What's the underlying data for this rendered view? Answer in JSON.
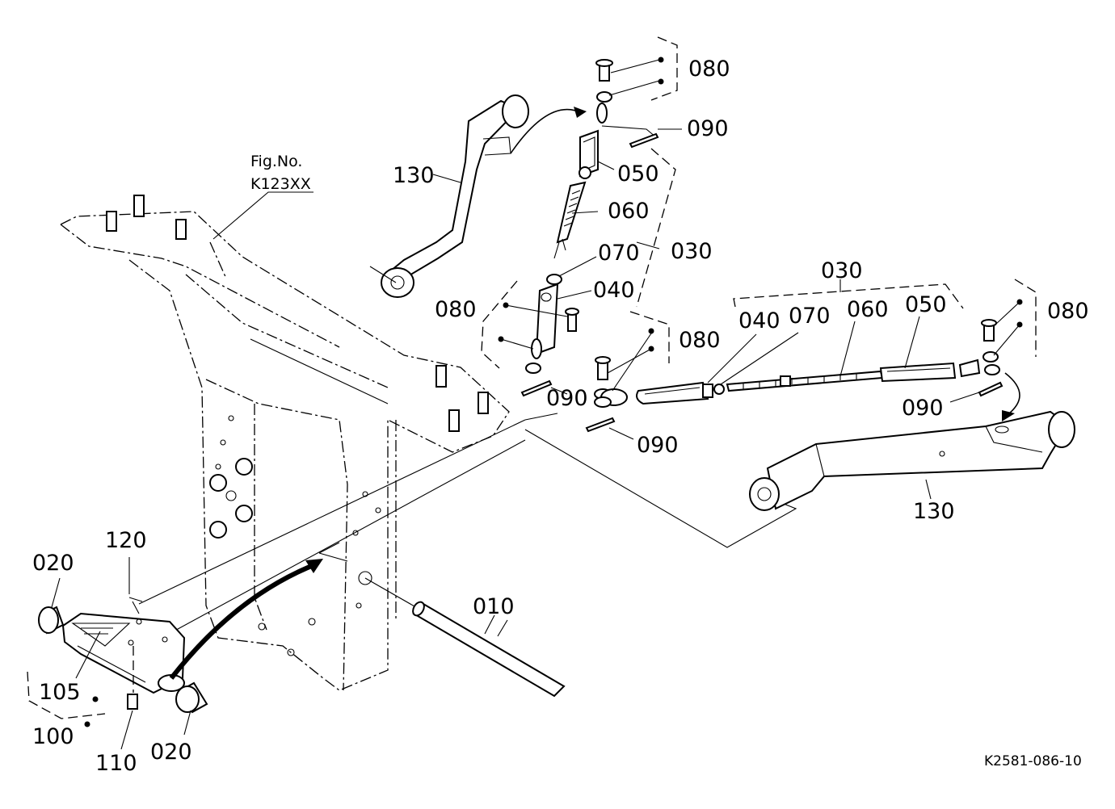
{
  "fig_ref": {
    "title": "Fig.No.",
    "number": "K123XX"
  },
  "drawing_code": "K2581-086-10",
  "callouts": [
    {
      "id": "c010",
      "text": "010"
    },
    {
      "id": "c020a",
      "text": "020"
    },
    {
      "id": "c020b",
      "text": "020"
    },
    {
      "id": "c030a",
      "text": "030"
    },
    {
      "id": "c030b",
      "text": "030"
    },
    {
      "id": "c040a",
      "text": "040"
    },
    {
      "id": "c040b",
      "text": "040"
    },
    {
      "id": "c050a",
      "text": "050"
    },
    {
      "id": "c050b",
      "text": "050"
    },
    {
      "id": "c060a",
      "text": "060"
    },
    {
      "id": "c060b",
      "text": "060"
    },
    {
      "id": "c070a",
      "text": "070"
    },
    {
      "id": "c070b",
      "text": "070"
    },
    {
      "id": "c080a",
      "text": "080"
    },
    {
      "id": "c080b",
      "text": "080"
    },
    {
      "id": "c080c",
      "text": "080"
    },
    {
      "id": "c080d",
      "text": "080"
    },
    {
      "id": "c090a",
      "text": "090"
    },
    {
      "id": "c090b",
      "text": "090"
    },
    {
      "id": "c090c",
      "text": "090"
    },
    {
      "id": "c090d",
      "text": "090"
    },
    {
      "id": "c100",
      "text": "100"
    },
    {
      "id": "c105",
      "text": "105"
    },
    {
      "id": "c110",
      "text": "110"
    },
    {
      "id": "c120",
      "text": "120"
    },
    {
      "id": "c130a",
      "text": "130"
    },
    {
      "id": "c130b",
      "text": "130"
    }
  ]
}
